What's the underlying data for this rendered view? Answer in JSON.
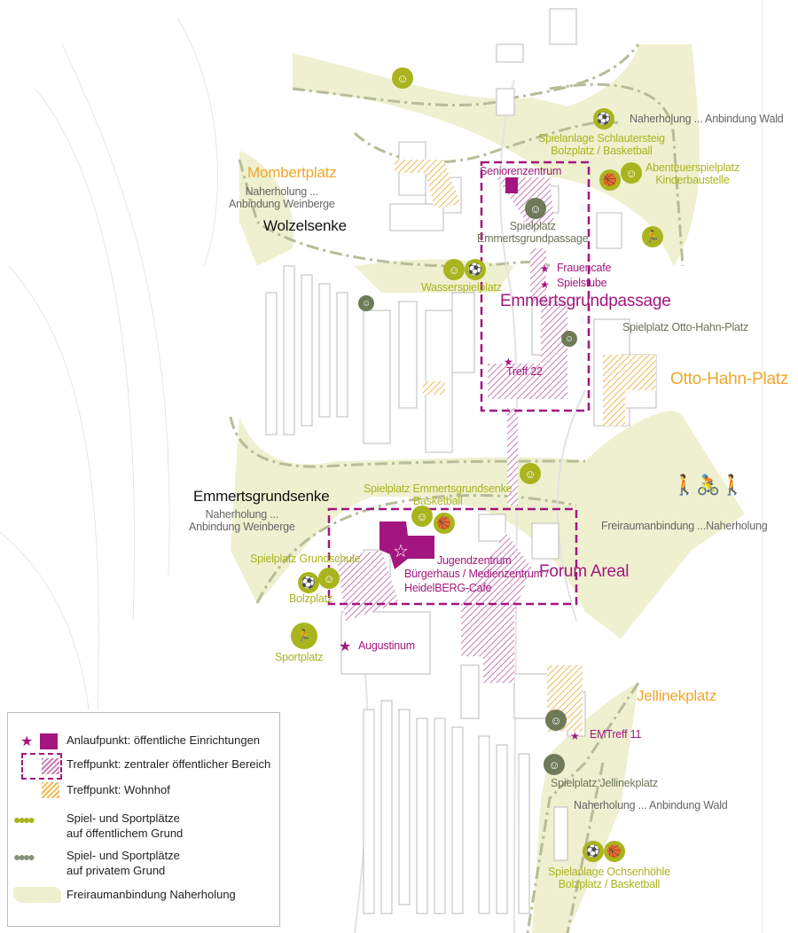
{
  "colors": {
    "magenta": "#a3167f",
    "olive": "#a9b41e",
    "dark_olive": "#6e7a58",
    "orange": "#f0a62a",
    "green_area": "#eef0cf"
  },
  "labels": {
    "mombertplatz": "Mombertplatz",
    "mombert_sub1": "Naherholung ...",
    "mombert_sub2": "Anbindung Weinberge",
    "wolzelsenke": "Wolzelsenke",
    "seniorenzentrum": "Seniorenzentrum",
    "spielplatz_passage1": "Spielplatz",
    "spielplatz_passage2": "Emmertsgrundpassage",
    "frauencafe": "Frauencafe",
    "spielstube": "Spielstube",
    "emmertsgrundpassage": "Emmertsgrundpassage",
    "spielplatz_otto": "Spielplatz Otto-Hahn-Platz",
    "treff22": "Treff 22",
    "otto_hahn_platz": "Otto-Hahn-Platz",
    "wald_north": "Naherholung ... Anbindung Wald",
    "schlautersteig1": "Spielanlage Schlautersteig",
    "schlautersteig2": "Bolzplatz / Basketball",
    "abenteuer1": "Abenteuerspielplatz",
    "abenteuer2": "Kinderbaustelle",
    "wasserspielplatz": "Wasserspielplatz",
    "senke_spiel1": "Spielplatz Emmertsgrundsenke",
    "senke_spiel2": "Basketball",
    "emmertsgrundsenke": "Emmertsgrundsenke",
    "senke_sub1": "Naherholung ...",
    "senke_sub2": "Anbindung Weinberge",
    "freiraum": "Freiraumanbindung ...Naherholung",
    "grundschule": "Spielplatz Grundschule",
    "jugendzentrum": "Jugendzentrum",
    "buergerhaus": "Bürgerhaus / Medienzentrum /",
    "heidelberg_cafe": "HeidelBERG-Cafe",
    "forum_areal": "Forum Areal",
    "bolzplatz": "Bolzplatz",
    "sportplatz": "Sportplatz",
    "augustinum": "Augustinum",
    "jellinekplatz": "Jellinekplatz",
    "emtreff": "EMTreff 11",
    "spielplatz_jellinek": "Spielplatz Jellinekplatz",
    "wald_south": "Naherholung ... Anbindung Wald",
    "ochsenhoehle1": "Spielanlage Ochsenhöhle",
    "ochsenhoehle2": "Bolzplatz / Basketball"
  },
  "legend": [
    {
      "label": "Anlaufpunkt: öffentliche Einrichtungen",
      "icon": "star-and-square-icon"
    },
    {
      "label": "Treffpunkt: zentraler öffentlicher Bereich",
      "icon": "dashed-box-hatch-icon"
    },
    {
      "label": "Treffpunkt: Wohnhof",
      "icon": "orange-hatch-icon"
    },
    {
      "label": "Spiel- und Sportplätze",
      "label2": "auf öffentlichem Grund",
      "icon": "green-play-icons"
    },
    {
      "label": "Spiel- und Sportplätze",
      "label2": "auf privatem Grund",
      "icon": "grey-play-icons"
    },
    {
      "label": "Freiraumanbindung Naherholung",
      "icon": "green-area-icon"
    }
  ]
}
